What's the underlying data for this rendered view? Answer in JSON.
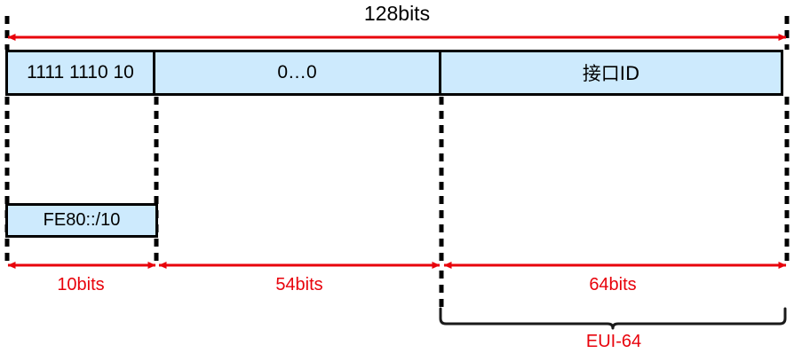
{
  "diagram": {
    "title": "128bits",
    "top_measure": {
      "label": "128bits",
      "bits": 128,
      "arrow_color": "#e8020b"
    },
    "bitfield": {
      "total_bits": 128,
      "cells": [
        {
          "label": "1111 1110 10",
          "bits": 10,
          "fill": "#cdeafd"
        },
        {
          "label": "0…0",
          "bits": 54,
          "fill": "#cdeafd"
        },
        {
          "label": "接口ID",
          "bits": 64,
          "fill": "#cdeafd"
        }
      ]
    },
    "prefix_box": {
      "label": "FE80::/10",
      "fill": "#cdeafd"
    },
    "bottom_measures": [
      {
        "label": "10bits",
        "bits": 10,
        "color": "#e8020b"
      },
      {
        "label": "54bits",
        "bits": 54,
        "color": "#e8020b"
      },
      {
        "label": "64bits",
        "bits": 64,
        "color": "#e8020b"
      }
    ],
    "brace": {
      "label": "EUI-64",
      "color": "#e8020b",
      "line_color": "#1a1a1a"
    },
    "colors": {
      "cell_fill": "#cdeafd",
      "outline": "#000000",
      "measure_red": "#e8020b",
      "background": "#ffffff"
    }
  }
}
